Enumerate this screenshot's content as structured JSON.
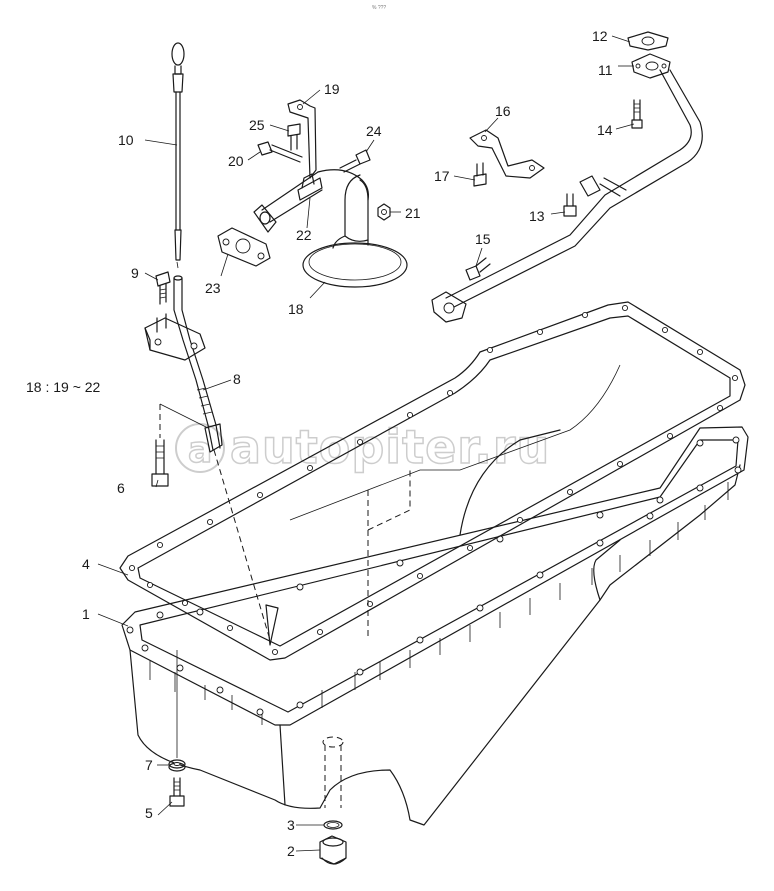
{
  "corner_mark": "% ???",
  "note": "18 : 19 ~ 22",
  "watermark": "autopiter.ru",
  "callouts": [
    {
      "id": "c1",
      "text": "1"
    },
    {
      "id": "c2",
      "text": "2"
    },
    {
      "id": "c3",
      "text": "3"
    },
    {
      "id": "c4",
      "text": "4"
    },
    {
      "id": "c5",
      "text": "5"
    },
    {
      "id": "c6",
      "text": "6"
    },
    {
      "id": "c7",
      "text": "7"
    },
    {
      "id": "c8",
      "text": "8"
    },
    {
      "id": "c9",
      "text": "9"
    },
    {
      "id": "c10",
      "text": "10"
    },
    {
      "id": "c11",
      "text": "11"
    },
    {
      "id": "c12",
      "text": "12"
    },
    {
      "id": "c13",
      "text": "13"
    },
    {
      "id": "c14",
      "text": "14"
    },
    {
      "id": "c15",
      "text": "15"
    },
    {
      "id": "c16",
      "text": "16"
    },
    {
      "id": "c17",
      "text": "17"
    },
    {
      "id": "c18",
      "text": "18"
    },
    {
      "id": "c19",
      "text": "19"
    },
    {
      "id": "c20",
      "text": "20"
    },
    {
      "id": "c21",
      "text": "21"
    },
    {
      "id": "c22",
      "text": "22"
    },
    {
      "id": "c23",
      "text": "23"
    },
    {
      "id": "c24",
      "text": "24"
    },
    {
      "id": "c25",
      "text": "25"
    }
  ]
}
